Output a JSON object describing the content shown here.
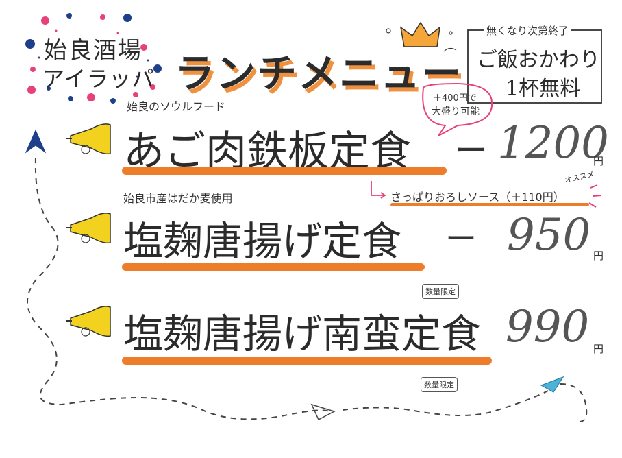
{
  "shop": {
    "name_line1": "始良酒場",
    "name_line2": "アイラッパ"
  },
  "title": "ランチメニュー",
  "notice": {
    "line1": "無くなり次第終了",
    "line2": "ご飯おかわり",
    "line3": "1杯無料"
  },
  "items": [
    {
      "tagline": "始良のソウルフード",
      "name": "あご肉鉄板定食",
      "dash": "ー",
      "price": "1200",
      "unit": "円",
      "bubble_line1": "＋400円で",
      "bubble_line2": "大盛り可能",
      "option": "さっぱりおろしソース（＋110円）",
      "option_badge": "オススメ"
    },
    {
      "tagline": "始良市産はだか麦使用",
      "name": "塩麹唐揚げ定食",
      "dash": "ー",
      "price": "950",
      "unit": "円",
      "limited": "数量限定"
    },
    {
      "name": "塩麹唐揚げ南蛮定食",
      "price": "990",
      "unit": "円",
      "limited": "数量限定"
    }
  ],
  "colors": {
    "orange": "#ee7d2b",
    "navy": "#1e3f8a",
    "pink": "#e8407a",
    "crown": "#f4a63a",
    "trumpet": "#f2d21e",
    "plane_blue": "#4bb3d9"
  }
}
